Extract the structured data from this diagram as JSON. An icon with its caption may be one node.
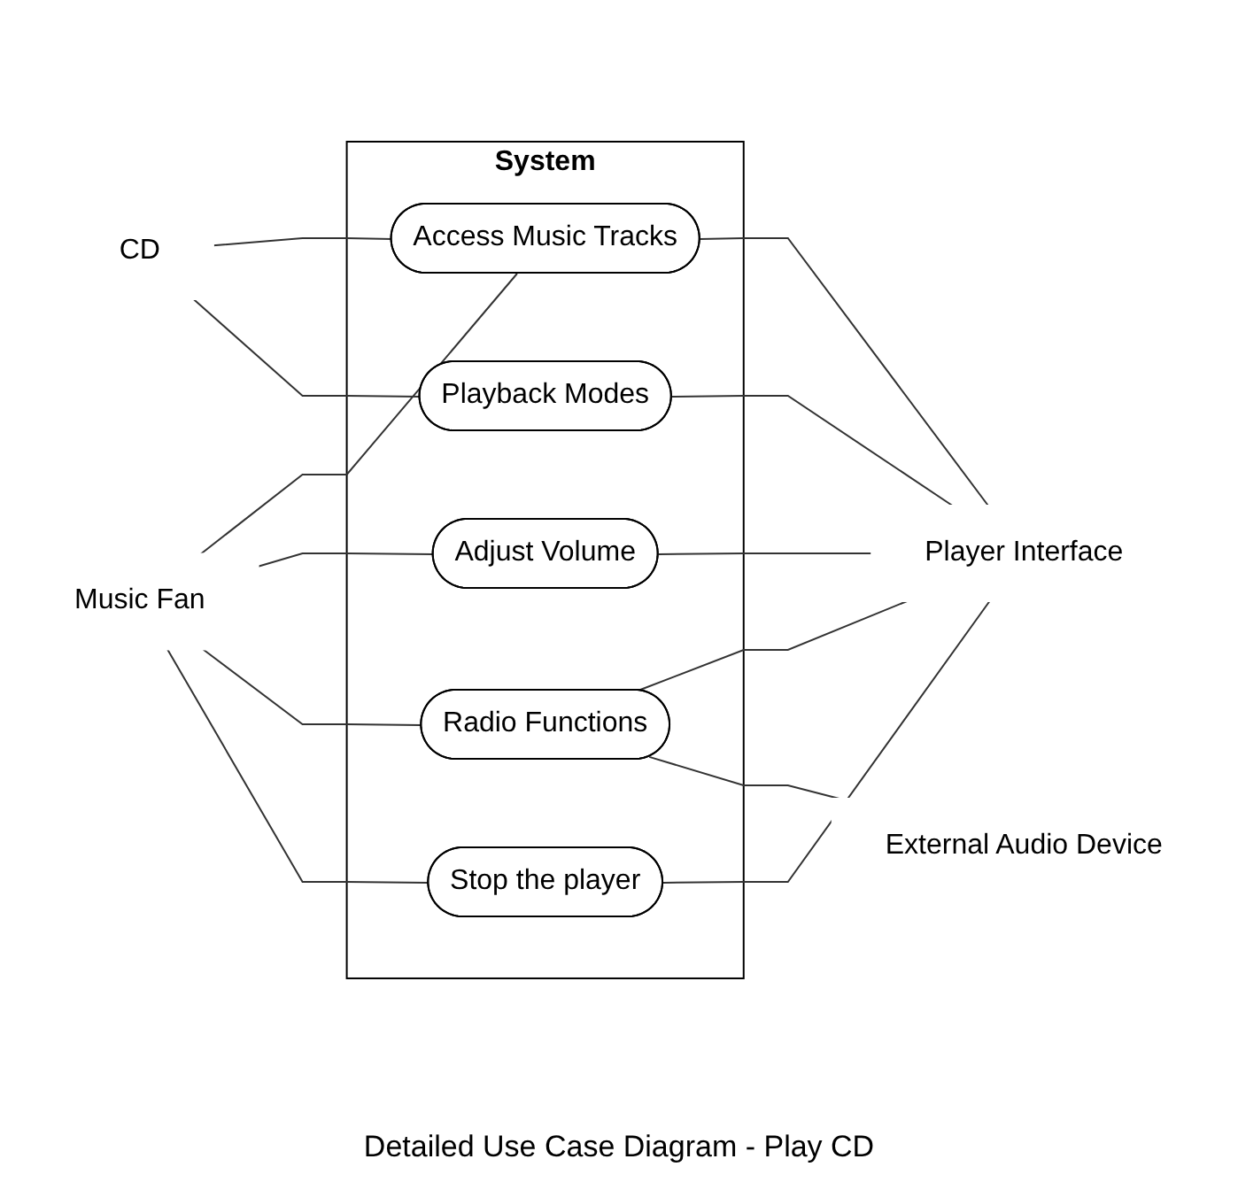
{
  "diagram": {
    "caption": "Detailed Use Case Diagram - Play CD",
    "nodes": [
      {
        "text": [
          "System"
        ]
      },
      {
        "text": [
          "Access Music Tracks"
        ],
        "in": 0
      },
      {
        "text": [
          "Playback Modes"
        ],
        "in": 0
      },
      {
        "text": [
          "Adjust Volume"
        ],
        "in": 0
      },
      {
        "text": [
          "Radio Functions"
        ],
        "in": 0
      },
      {
        "text": [
          "Stop the player"
        ],
        "in": 0
      },
      {
        "text": [
          "Music Fan"
        ]
      },
      {
        "text": [
          "CD"
        ]
      },
      {
        "text": [
          "Player Interface"
        ]
      },
      {
        "text": [
          "External Audio Device"
        ]
      }
    ],
    "edges": [
      {
        "from": 6,
        "to": 1,
        "arrow": "none"
      },
      {
        "from": 6,
        "to": 3,
        "arrow": "none"
      },
      {
        "from": 6,
        "to": 4,
        "arrow": "none"
      },
      {
        "from": 6,
        "to": 5,
        "arrow": "none"
      },
      {
        "from": 7,
        "to": 1,
        "arrow": "none"
      },
      {
        "from": 7,
        "to": 2,
        "arrow": "none"
      },
      {
        "from": 1,
        "to": 8,
        "arrow": "none"
      },
      {
        "from": 2,
        "to": 8,
        "arrow": "none"
      },
      {
        "from": 3,
        "to": 8,
        "arrow": "none"
      },
      {
        "from": 4,
        "to": 8,
        "arrow": "none"
      },
      {
        "from": 5,
        "to": 8,
        "arrow": "none"
      },
      {
        "from": 4,
        "to": 9,
        "arrow": "none"
      }
    ]
  }
}
